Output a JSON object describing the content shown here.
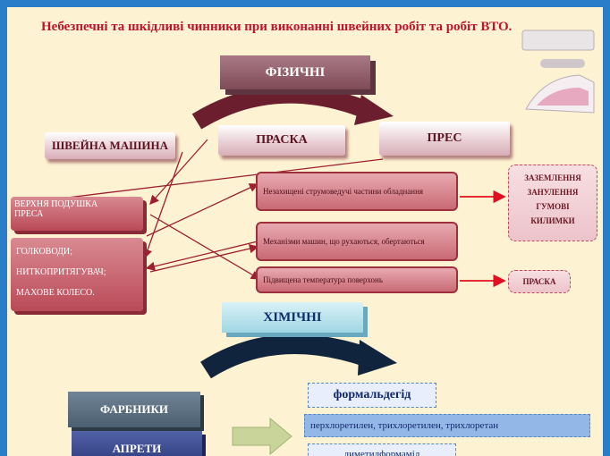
{
  "title": "Небезпечні та шкідливі чинники при виконанні швейних робіт та робіт ВТО.",
  "physical": {
    "header": "ФІЗИЧНІ",
    "equipment": [
      "ШВЕЙНА МАШИНА",
      "ПРАСКА",
      "ПРЕС"
    ],
    "left_parts": {
      "top": [
        "ВЕРХНЯ ПОДУШКА",
        "ПРЕСА"
      ],
      "bottom": [
        "ГОЛКОВОДИ;",
        "НИТКОПРИТЯГУВАЧ;",
        "МАХОВЕ КОЛЕСО."
      ]
    },
    "hazards": [
      "Незахищені струмоведучі частини обладнання",
      "Механізми машин, що рухаються, обертаються",
      "Підвищена температура поверхонь"
    ],
    "protection": [
      "ЗАЗЕМЛЕННЯ",
      "ЗАНУЛЕННЯ",
      "ГУМОВІ",
      "КИЛИМКИ"
    ],
    "iron_label": "ПРАСКА"
  },
  "chemical": {
    "header": "ХІМІЧНІ",
    "categories": [
      "ФАРБНИКИ",
      "АПРЕТИ"
    ],
    "substances": [
      "формальдегід",
      "перхлоретилен, трихлоретилен, трихлоретан",
      "диметилформамід"
    ]
  },
  "colors": {
    "frame": "#2a7dc9",
    "background": "#fdf2d2",
    "title": "#c0142c",
    "accent": "#b94a57"
  }
}
